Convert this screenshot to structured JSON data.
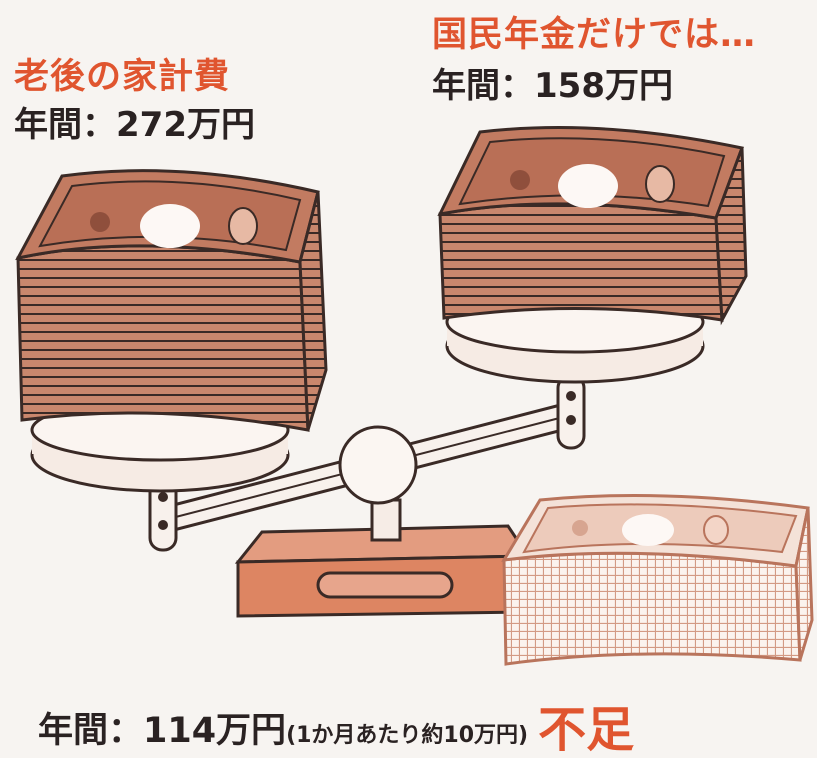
{
  "left_pan": {
    "title": "老後の家計費",
    "amount": "年間：272万円"
  },
  "right_pan": {
    "title": "国民年金だけでは…",
    "amount": "年間：158万円"
  },
  "shortfall": {
    "amount": "年間：114万円",
    "note": "(1か月あたり約10万円)",
    "label": "不足"
  },
  "colors": {
    "accent": "#e0552f",
    "note_fill": "#c9876d",
    "base_fill": "#de8a68",
    "outline": "#3a2a26"
  }
}
